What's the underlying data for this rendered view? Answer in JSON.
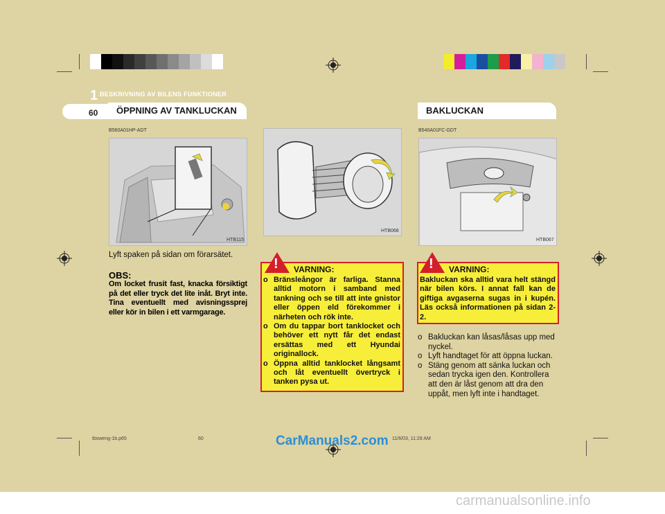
{
  "header": {
    "chapter_number": "1",
    "chapter_title": "BESKRIVNING AV BILENS FUNKTIONER",
    "page_number": "60"
  },
  "left_section": {
    "title": "ÖPPNING AV TANKLUCKAN",
    "code": "B560A01HP-ADT",
    "photo1_label": "HTB115",
    "photo2_label": "HTB068",
    "body": "Lyft spaken på sidan om förarsätet.",
    "obs_title": "OBS:",
    "obs_text": "Om locket frusit fast, knacka försiktigt på det eller tryck det lite inåt. Bryt inte. Tina eventuellt med avisningssprej eller kör in bilen i ett varmgarage."
  },
  "middle_warning": {
    "title": "VARNING:",
    "items": [
      "Bränsleångor är farliga. Stanna alltid motorn i samband med tankning och se till att inte gnistor eller öppen eld förekommer i närheten och rök inte.",
      "Om du tappar bort tanklocket och behöver ett nytt får det endast ersättas med ett Hyundai originallock.",
      "Öppna alltid tanklocket långsamt och låt eventuellt övertryck i tanken pysa ut."
    ]
  },
  "right_section": {
    "title": "BAKLUCKAN",
    "code": "B540A01FC-GDT",
    "photo_label": "HTB067",
    "warning_title": "VARNING:",
    "warning_text": "Bakluckan ska alltid vara helt stängd när bilen körs. I annat fall kan de giftiga avgaserna sugas in i kupén. Läs också informationen på sidan 2-2.",
    "items": [
      "Bakluckan kan låsas/låsas upp med nyckel.",
      "Lyft handtaget för att öppna luckan.",
      "Stäng genom att sänka luckan och sedan trycka igen den. Kontrollera att den är låst genom att dra den uppåt, men lyft inte i handtaget."
    ]
  },
  "bullet": "o",
  "footer": {
    "file": "tbsweng-1b.p65",
    "page": "60",
    "date": "11/6/03, 11:28 AM"
  },
  "watermarks": {
    "top": "CarManuals2.com",
    "bottom": "carmanualsonline.info"
  },
  "colors": {
    "page_bg": "#ded3a2",
    "warning_bg": "#f7ee3a",
    "warning_border": "#d31f2a"
  },
  "color_bars": {
    "left": [
      "#ffffff",
      "#000000",
      "#101010",
      "#2a2a2a",
      "#404040",
      "#585858",
      "#707070",
      "#8a8a8a",
      "#a4a4a4",
      "#c0c0c0",
      "#dcdcdc",
      "#ffffff"
    ],
    "right": [
      "#f4eb2a",
      "#d3209a",
      "#1aa6df",
      "#1a4fa0",
      "#1a9e4a",
      "#e22a2a",
      "#221b5a",
      "#f7f1a8",
      "#f3b3cf",
      "#9cd2ec",
      "#c8c8c8"
    ]
  }
}
